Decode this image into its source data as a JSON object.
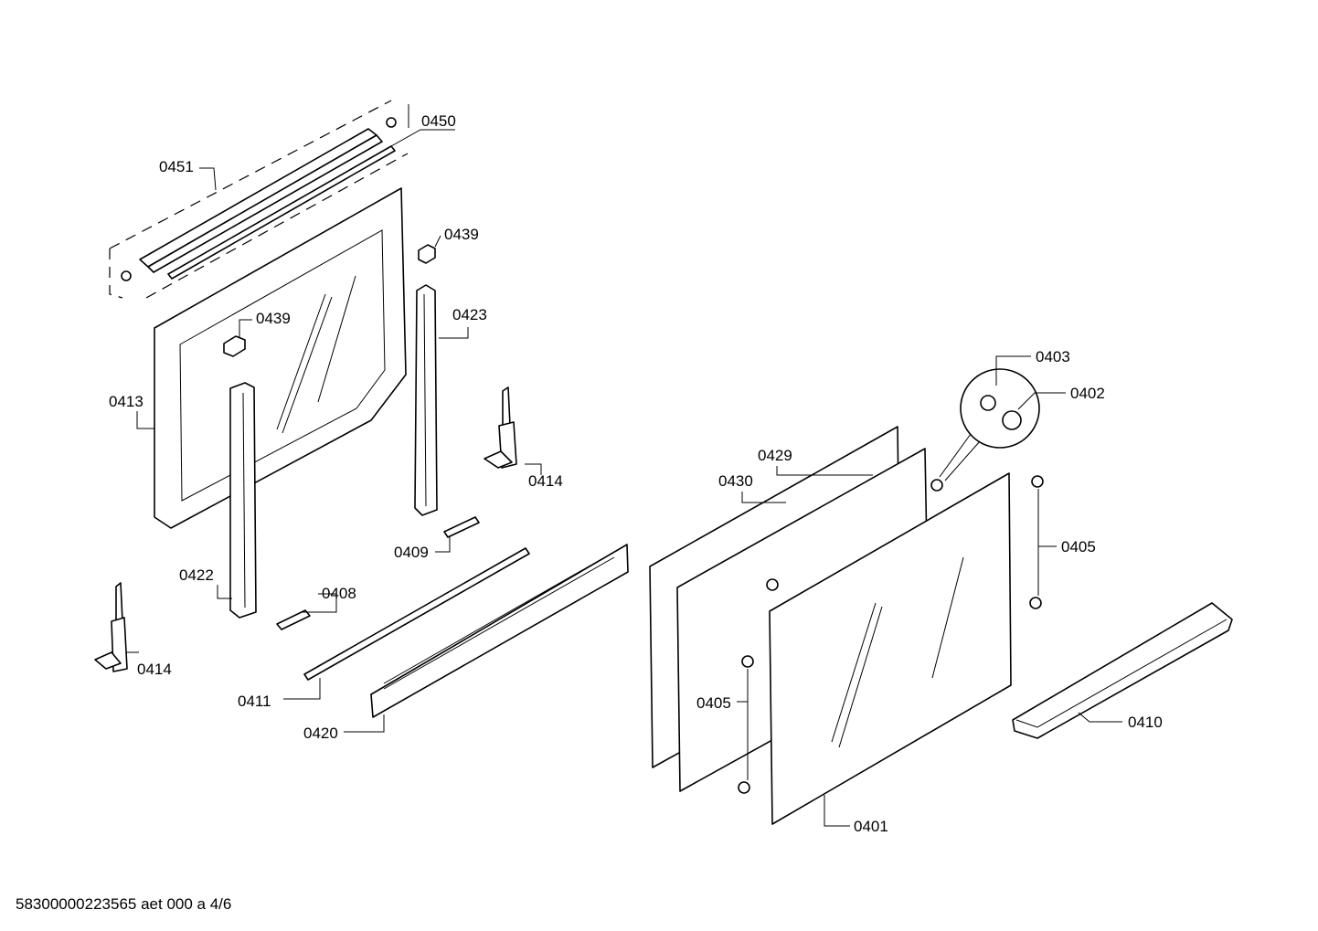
{
  "callouts": [
    {
      "id": "c0450",
      "label": "0450"
    },
    {
      "id": "c0451",
      "label": "0451"
    },
    {
      "id": "c0439a",
      "label": "0439"
    },
    {
      "id": "c0439b",
      "label": "0439"
    },
    {
      "id": "c0423",
      "label": "0423"
    },
    {
      "id": "c0413",
      "label": "0413"
    },
    {
      "id": "c0414a",
      "label": "0414"
    },
    {
      "id": "c0414b",
      "label": "0414"
    },
    {
      "id": "c0409",
      "label": "0409"
    },
    {
      "id": "c0422",
      "label": "0422"
    },
    {
      "id": "c0408",
      "label": "0408"
    },
    {
      "id": "c0411",
      "label": "0411"
    },
    {
      "id": "c0420",
      "label": "0420"
    },
    {
      "id": "c0403",
      "label": "0403"
    },
    {
      "id": "c0402",
      "label": "0402"
    },
    {
      "id": "c0429",
      "label": "0429"
    },
    {
      "id": "c0430",
      "label": "0430"
    },
    {
      "id": "c0405a",
      "label": "0405"
    },
    {
      "id": "c0405b",
      "label": "0405"
    },
    {
      "id": "c0410",
      "label": "0410"
    },
    {
      "id": "c0401",
      "label": "0401"
    }
  ],
  "footer": {
    "code": "58300000223565 aet 000 a 4/6"
  }
}
